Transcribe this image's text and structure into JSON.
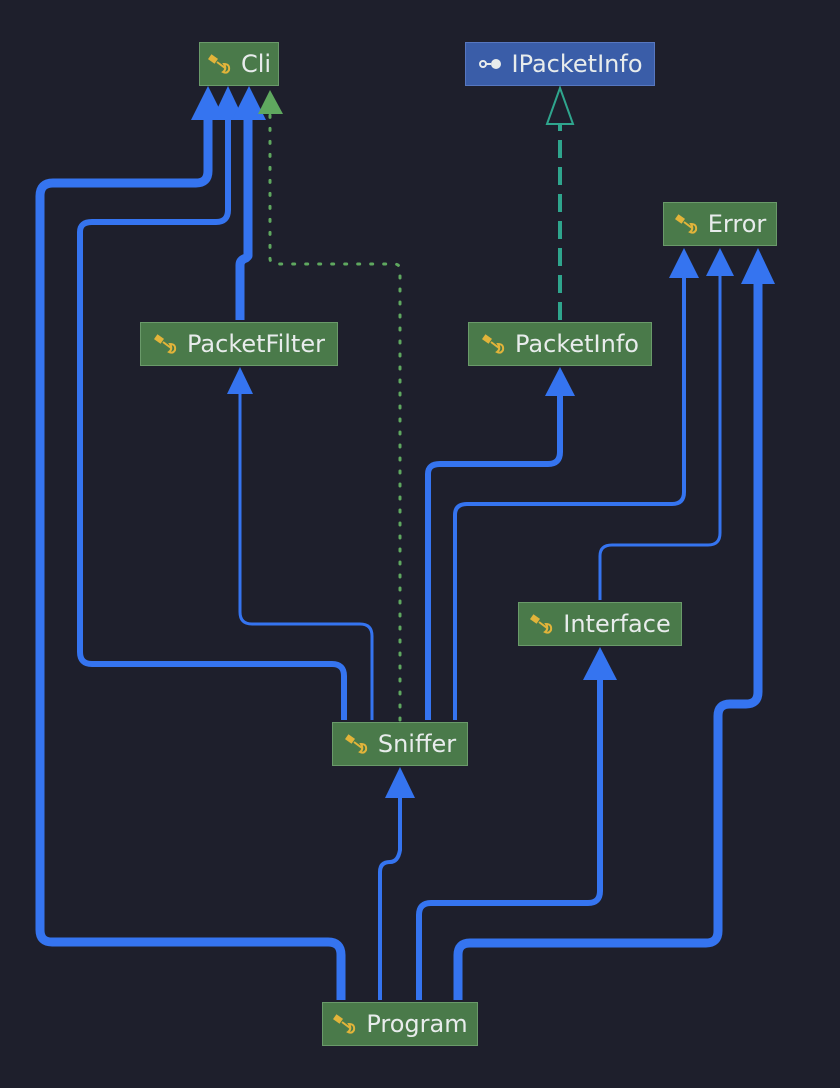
{
  "nodes": {
    "cli": {
      "label": "Cli",
      "icon": "class-icon"
    },
    "ipacketinfo": {
      "label": "IPacketInfo",
      "icon": "interface-icon"
    },
    "error": {
      "label": "Error",
      "icon": "class-icon"
    },
    "packetfilter": {
      "label": "PacketFilter",
      "icon": "class-icon"
    },
    "packetinfo": {
      "label": "PacketInfo",
      "icon": "class-icon"
    },
    "interface": {
      "label": "Interface",
      "icon": "class-icon"
    },
    "sniffer": {
      "label": "Sniffer",
      "icon": "class-icon"
    },
    "program": {
      "label": "Program",
      "icon": "class-icon"
    }
  },
  "edges": [
    {
      "from": "program",
      "to": "cli",
      "kind": "usage"
    },
    {
      "from": "program",
      "to": "sniffer",
      "kind": "usage"
    },
    {
      "from": "program",
      "to": "interface",
      "kind": "usage"
    },
    {
      "from": "program",
      "to": "error",
      "kind": "usage"
    },
    {
      "from": "sniffer",
      "to": "cli",
      "kind": "usage"
    },
    {
      "from": "sniffer",
      "to": "packetfilter",
      "kind": "usage"
    },
    {
      "from": "sniffer",
      "to": "cli",
      "kind": "nested"
    },
    {
      "from": "sniffer",
      "to": "packetinfo",
      "kind": "usage"
    },
    {
      "from": "sniffer",
      "to": "error",
      "kind": "usage"
    },
    {
      "from": "packetfilter",
      "to": "cli",
      "kind": "usage"
    },
    {
      "from": "packetinfo",
      "to": "ipacketinfo",
      "kind": "implements"
    },
    {
      "from": "interface",
      "to": "error",
      "kind": "usage"
    }
  ],
  "colors": {
    "background": "#1e1f2c",
    "class_node": "#4a7a4a",
    "interface_node": "#3a5da8",
    "usage_edge": "#3574f0",
    "implements_edge": "#2fa58d",
    "nested_edge": "#5fa85f"
  }
}
